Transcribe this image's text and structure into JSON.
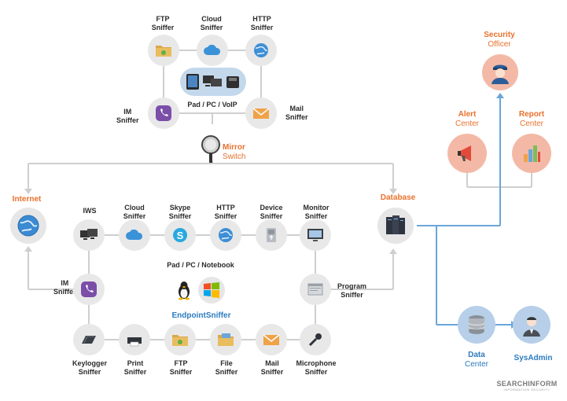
{
  "top": {
    "ftp": [
      "FTP",
      "Sniffer"
    ],
    "cloud": [
      "Cloud",
      "Sniffer"
    ],
    "http": [
      "HTTP",
      "Sniffer"
    ],
    "im": [
      "IM",
      "Sniffer"
    ],
    "mail": [
      "Mail",
      "Sniffer"
    ],
    "devices": "Pad  / PC / VoIP"
  },
  "mirror": [
    "Mirror",
    "Switch"
  ],
  "internet": "Internet",
  "database": "Database",
  "endpoint": {
    "iws": "IWS",
    "cloud": [
      "Cloud",
      "Sniffer"
    ],
    "skype": [
      "Skype",
      "Sniffer"
    ],
    "http": [
      "HTTP",
      "Sniffer"
    ],
    "device": [
      "Device",
      "Sniffer"
    ],
    "monitor": [
      "Monitor",
      "Sniffer"
    ],
    "im": [
      "IM",
      "Sniffer"
    ],
    "program": [
      "Program",
      "Sniffer"
    ],
    "center_caption": "Pad  / PC / Notebook",
    "center_title": "EndpointSniffer",
    "keylogger": [
      "Keylogger",
      "Sniffer"
    ],
    "print": [
      "Print",
      "Sniffer"
    ],
    "ftp": [
      "FTP",
      "Sniffer"
    ],
    "file": [
      "File",
      "Sniffer"
    ],
    "mail": [
      "Mail",
      "Sniffer"
    ],
    "microphone": [
      "Microphone",
      "Sniffer"
    ]
  },
  "right": {
    "security": [
      "Security",
      "Officer"
    ],
    "alert": [
      "Alert",
      "Center"
    ],
    "report": [
      "Report",
      "Center"
    ],
    "data": [
      "Data",
      "Center"
    ],
    "sysadmin": "SysAdmin"
  },
  "brand": {
    "name": "SEARCHINFORM",
    "tagline": "INFORMATION SECURITY"
  },
  "colors": {
    "accent_orange": "#e8712d",
    "accent_blue": "#2c7bbf",
    "line_gray": "#c8c8c8",
    "line_blue": "#6aa6da"
  }
}
